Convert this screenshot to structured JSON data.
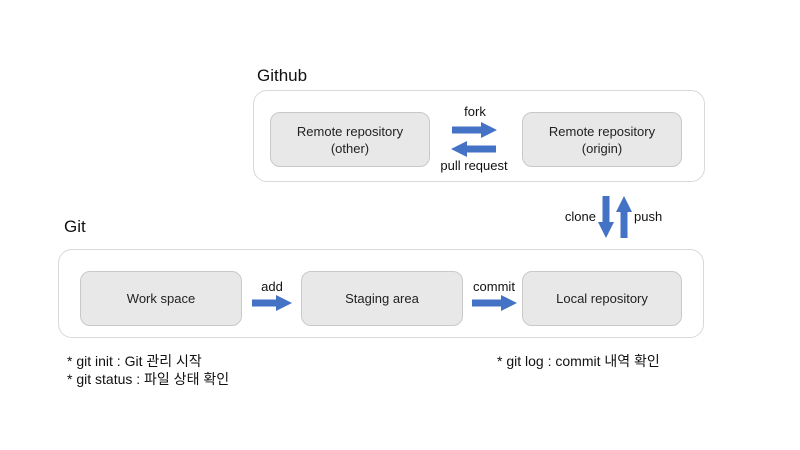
{
  "colors": {
    "accent_blue": "#4472C4",
    "box_fill": "#E8E8E8",
    "box_border": "#C9C9C9",
    "container_border": "#D9D9D9",
    "text": "#1F1F1F"
  },
  "github_section": {
    "title": "Github",
    "boxes": {
      "other": {
        "line1": "Remote repository",
        "line2": "(other)"
      },
      "origin": {
        "line1": "Remote repository",
        "line2": "(origin)"
      }
    },
    "arrows": {
      "fork": "fork",
      "pull_request": "pull request"
    }
  },
  "transfer_arrows": {
    "clone": "clone",
    "push": "push"
  },
  "git_section": {
    "title": "Git",
    "boxes": {
      "workspace": "Work space",
      "staging": "Staging area",
      "local": "Local repository"
    },
    "arrows": {
      "add": "add",
      "commit": "commit"
    }
  },
  "notes": {
    "git_init": "* git init : Git 관리 시작",
    "git_status": "* git status : 파일 상태 확인",
    "git_log": "* git log : commit 내역 확인"
  }
}
